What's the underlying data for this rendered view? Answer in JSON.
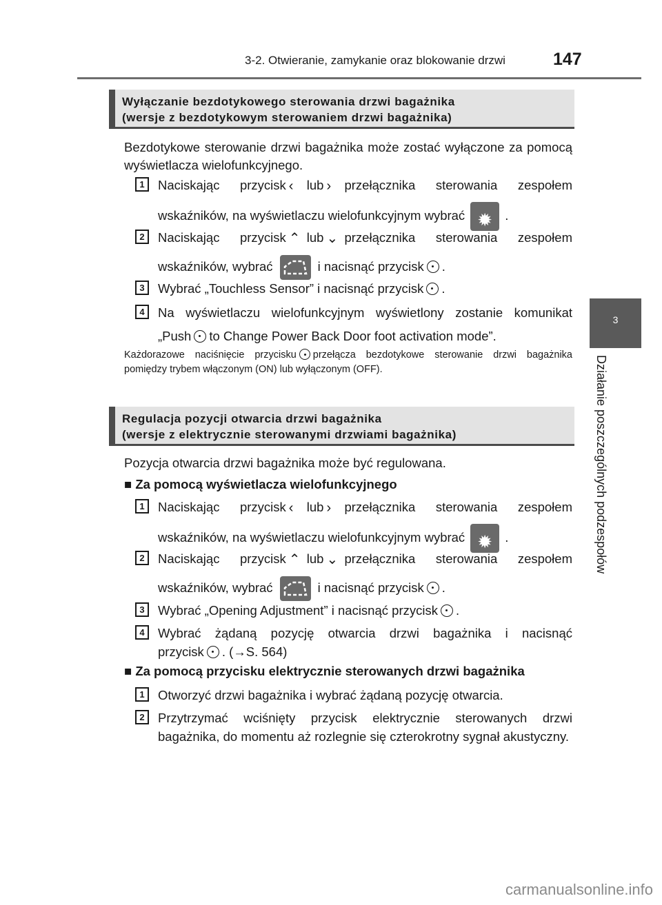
{
  "header": {
    "section": "3-2. Otwieranie, zamykanie oraz blokowanie drzwi",
    "page": "147"
  },
  "sidebar": {
    "chapter": "3",
    "title": "Działanie poszczególnych podzespołów"
  },
  "section1": {
    "heading_line1": "Wyłączanie bezdotykowego sterowania drzwi bagażnika",
    "heading_line2": "(wersje z bezdotykowym sterowaniem drzwi bagażnika)",
    "intro": "Bezdotykowe sterowanie drzwi bagażnika może zostać wyłączone za pomocą wyświetlacza wielofunkcyjnego.",
    "steps": [
      {
        "num": "1",
        "a": "Naciskając przycisk",
        "b": "lub",
        "c": "przełącznika sterowania zespołem",
        "d": "wskaźników, na wyświetlaczu wielofunkcyjnym wybrać",
        "e": "."
      },
      {
        "num": "2",
        "a": "Naciskając przycisk",
        "b": "lub",
        "c": "przełącznika sterowania zespołem",
        "d": "wskaźników, wybrać",
        "e": "i nacisnąć przycisk",
        "f": "."
      },
      {
        "num": "3",
        "a": "Wybrać „Touchless Sensor” i nacisnąć przycisk",
        "b": "."
      },
      {
        "num": "4",
        "a": "Na wyświetlaczu wielofunkcyjnym wyświetlony zostanie komunikat",
        "b": "„Push",
        "c": "to Change Power Back Door foot activation mode”."
      }
    ],
    "note_a": "Każdorazowe naciśnięcie przycisku",
    "note_b": "przełącza bezdotykowe sterowanie drzwi bagażnika pomiędzy trybem włączonym (ON) lub wyłączonym (OFF)."
  },
  "section2": {
    "heading_line1": "Regulacja pozycji otwarcia drzwi bagażnika",
    "heading_line2": "(wersje z elektrycznie sterowanymi drzwiami bagażnika)",
    "intro": "Pozycja otwarcia drzwi bagażnika może być regulowana.",
    "sub1": "Za pomocą wyświetlacza wielofunkcyjnego",
    "steps": [
      {
        "num": "1",
        "a": "Naciskając przycisk",
        "b": "lub",
        "c": "przełącznika sterowania zespołem",
        "d": "wskaźników, na wyświetlaczu wielofunkcyjnym wybrać",
        "e": "."
      },
      {
        "num": "2",
        "a": "Naciskając przycisk",
        "b": "lub",
        "c": "przełącznika sterowania zespołem",
        "d": "wskaźników, wybrać",
        "e": "i nacisnąć przycisk",
        "f": "."
      },
      {
        "num": "3",
        "a": "Wybrać „Opening Adjustment” i nacisnąć przycisk",
        "b": "."
      },
      {
        "num": "4",
        "a": "Wybrać żądaną pozycję otwarcia drzwi bagażnika i nacisnąć",
        "b": "przycisk",
        "c": ". (→S. 564)"
      }
    ],
    "sub2": "Za pomocą przycisku elektrycznie sterowanych drzwi bagażnika",
    "steps2": [
      {
        "num": "1",
        "text": "Otworzyć drzwi bagażnika i wybrać żądaną pozycję otwarcia."
      },
      {
        "num": "2",
        "text": "Przytrzymać wciśnięty przycisk elektrycznie sterowanych drzwi bagażnika, do momentu aż rozlegnie się czterokrotny sygnał akustyczny."
      }
    ],
    "bullet": "■"
  },
  "footer": {
    "watermark": "carmanualsonline.info"
  }
}
